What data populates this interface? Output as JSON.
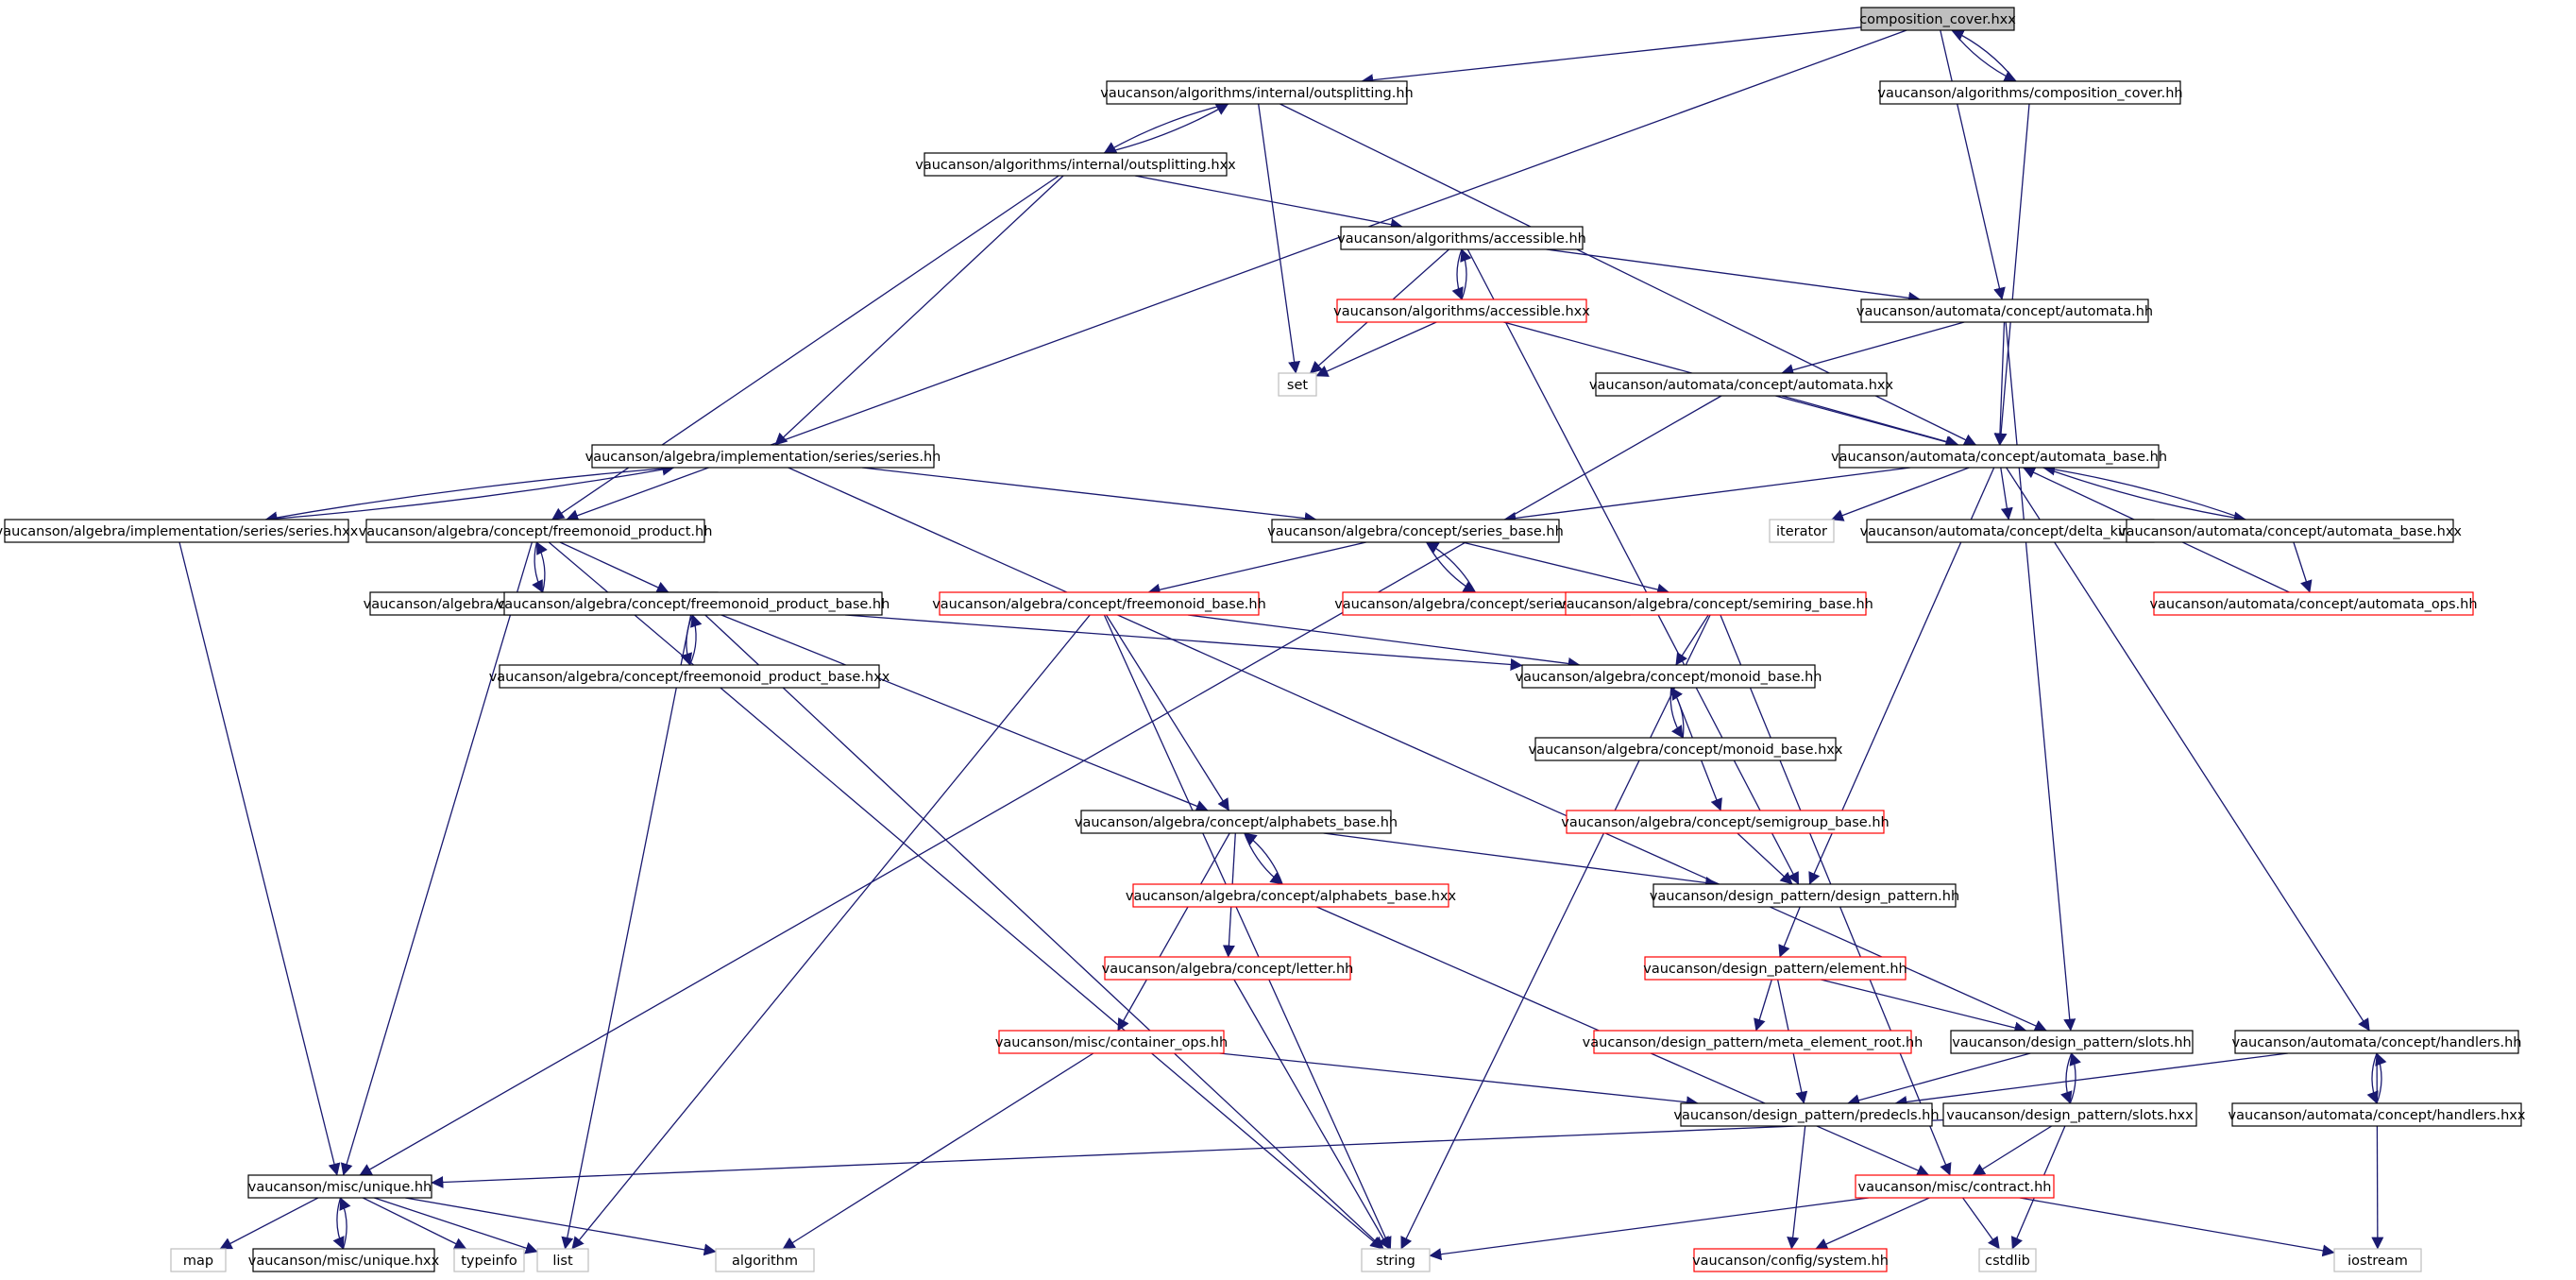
{
  "colors": {
    "edge": "#191970",
    "normal_border": "#000000",
    "missing_border": "#ff0000",
    "external_border": "#bfbfbf",
    "root_fill": "#bfbfbf",
    "text": "#000000"
  },
  "nodes": [
    {
      "id": "n0",
      "label": "composition_cover.hxx",
      "style": "root"
    },
    {
      "id": "n1",
      "label": "vaucanson/algorithms/internal/outsplitting.hh",
      "style": "normal"
    },
    {
      "id": "n2",
      "label": "vaucanson/algorithms/composition_cover.hh",
      "style": "normal"
    },
    {
      "id": "n3",
      "label": "vaucanson/algorithms/internal/outsplitting.hxx",
      "style": "normal"
    },
    {
      "id": "n4",
      "label": "vaucanson/algorithms/accessible.hh",
      "style": "normal"
    },
    {
      "id": "n5",
      "label": "vaucanson/algorithms/accessible.hxx",
      "style": "missing"
    },
    {
      "id": "n6",
      "label": "vaucanson/automata/concept/automata.hh",
      "style": "normal"
    },
    {
      "id": "n7",
      "label": "set",
      "style": "external"
    },
    {
      "id": "n8",
      "label": "vaucanson/automata/concept/automata.hxx",
      "style": "normal"
    },
    {
      "id": "n9",
      "label": "vaucanson/algebra/implementation/series/series.hh",
      "style": "normal"
    },
    {
      "id": "n10",
      "label": "vaucanson/automata/concept/automata_base.hh",
      "style": "normal"
    },
    {
      "id": "n11",
      "label": "vaucanson/algebra/implementation/series/series.hxx",
      "style": "normal"
    },
    {
      "id": "n12",
      "label": "vaucanson/algebra/concept/freemonoid_product.hh",
      "style": "normal"
    },
    {
      "id": "n13",
      "label": "vaucanson/algebra/concept/series_base.hh",
      "style": "normal"
    },
    {
      "id": "n14",
      "label": "iterator",
      "style": "external"
    },
    {
      "id": "n15",
      "label": "vaucanson/automata/concept/delta_kind.hh",
      "style": "normal"
    },
    {
      "id": "n16",
      "label": "vaucanson/automata/concept/automata_base.hxx",
      "style": "normal"
    },
    {
      "id": "n17",
      "label": "vaucanson/algebra/concept/freemonoid_product.hxx",
      "style": "normal"
    },
    {
      "id": "n18",
      "label": "vaucanson/algebra/concept/freemonoid_product_base.hh",
      "style": "normal"
    },
    {
      "id": "n19",
      "label": "vaucanson/algebra/concept/freemonoid_base.hh",
      "style": "missing"
    },
    {
      "id": "n20",
      "label": "vaucanson/algebra/concept/series_base.hxx",
      "style": "missing"
    },
    {
      "id": "n21",
      "label": "vaucanson/algebra/concept/semiring_base.hh",
      "style": "missing"
    },
    {
      "id": "n22",
      "label": "vaucanson/automata/concept/automata_ops.hh",
      "style": "missing"
    },
    {
      "id": "n23",
      "label": "vaucanson/algebra/concept/freemonoid_product_base.hxx",
      "style": "normal"
    },
    {
      "id": "n24",
      "label": "vaucanson/algebra/concept/monoid_base.hh",
      "style": "normal"
    },
    {
      "id": "n25",
      "label": "vaucanson/algebra/concept/monoid_base.hxx",
      "style": "normal"
    },
    {
      "id": "n26",
      "label": "vaucanson/algebra/concept/alphabets_base.hh",
      "style": "normal"
    },
    {
      "id": "n27",
      "label": "vaucanson/algebra/concept/semigroup_base.hh",
      "style": "missing"
    },
    {
      "id": "n28",
      "label": "vaucanson/algebra/concept/alphabets_base.hxx",
      "style": "missing"
    },
    {
      "id": "n29",
      "label": "vaucanson/design_pattern/design_pattern.hh",
      "style": "normal"
    },
    {
      "id": "n30",
      "label": "vaucanson/algebra/concept/letter.hh",
      "style": "missing"
    },
    {
      "id": "n31",
      "label": "vaucanson/design_pattern/element.hh",
      "style": "missing"
    },
    {
      "id": "n32",
      "label": "vaucanson/misc/container_ops.hh",
      "style": "missing"
    },
    {
      "id": "n33",
      "label": "vaucanson/design_pattern/meta_element_root.hh",
      "style": "missing"
    },
    {
      "id": "n34",
      "label": "vaucanson/design_pattern/slots.hh",
      "style": "normal"
    },
    {
      "id": "n35",
      "label": "vaucanson/automata/concept/handlers.hh",
      "style": "normal"
    },
    {
      "id": "n36",
      "label": "vaucanson/design_pattern/predecls.hh",
      "style": "normal"
    },
    {
      "id": "n37",
      "label": "vaucanson/design_pattern/slots.hxx",
      "style": "normal"
    },
    {
      "id": "n38",
      "label": "vaucanson/automata/concept/handlers.hxx",
      "style": "normal"
    },
    {
      "id": "n39",
      "label": "vaucanson/misc/unique.hh",
      "style": "normal"
    },
    {
      "id": "n40",
      "label": "vaucanson/misc/contract.hh",
      "style": "missing"
    },
    {
      "id": "n41",
      "label": "map",
      "style": "external"
    },
    {
      "id": "n42",
      "label": "vaucanson/misc/unique.hxx",
      "style": "normal"
    },
    {
      "id": "n43",
      "label": "typeinfo",
      "style": "external"
    },
    {
      "id": "n44",
      "label": "list",
      "style": "external"
    },
    {
      "id": "n45",
      "label": "algorithm",
      "style": "external"
    },
    {
      "id": "n46",
      "label": "string",
      "style": "external"
    },
    {
      "id": "n47",
      "label": "vaucanson/config/system.hh",
      "style": "missing"
    },
    {
      "id": "n48",
      "label": "cstdlib",
      "style": "external"
    },
    {
      "id": "n49",
      "label": "iostream",
      "style": "external"
    }
  ],
  "edges": [
    [
      "n0",
      "n1"
    ],
    [
      "n0",
      "n2"
    ],
    [
      "n0",
      "n6"
    ],
    [
      "n0",
      "n12"
    ],
    [
      "n1",
      "n3"
    ],
    [
      "n1",
      "n7"
    ],
    [
      "n1",
      "n10"
    ],
    [
      "n2",
      "n0"
    ],
    [
      "n2",
      "n10"
    ],
    [
      "n3",
      "n1"
    ],
    [
      "n3",
      "n4"
    ],
    [
      "n3",
      "n9"
    ],
    [
      "n3",
      "n12"
    ],
    [
      "n4",
      "n5"
    ],
    [
      "n4",
      "n6"
    ],
    [
      "n4",
      "n7"
    ],
    [
      "n4",
      "n29"
    ],
    [
      "n5",
      "n4"
    ],
    [
      "n5",
      "n7"
    ],
    [
      "n5",
      "n10"
    ],
    [
      "n6",
      "n8"
    ],
    [
      "n6",
      "n10"
    ],
    [
      "n6",
      "n34"
    ],
    [
      "n8",
      "n10"
    ],
    [
      "n8",
      "n39"
    ],
    [
      "n9",
      "n11"
    ],
    [
      "n9",
      "n13"
    ],
    [
      "n9",
      "n34"
    ],
    [
      "n10",
      "n13"
    ],
    [
      "n10",
      "n14"
    ],
    [
      "n10",
      "n15"
    ],
    [
      "n10",
      "n16"
    ],
    [
      "n10",
      "n29"
    ],
    [
      "n10",
      "n35"
    ],
    [
      "n11",
      "n9"
    ],
    [
      "n11",
      "n39"
    ],
    [
      "n12",
      "n17"
    ],
    [
      "n12",
      "n18"
    ],
    [
      "n12",
      "n39"
    ],
    [
      "n12",
      "n46"
    ],
    [
      "n13",
      "n19"
    ],
    [
      "n13",
      "n20"
    ],
    [
      "n13",
      "n21"
    ],
    [
      "n16",
      "n10"
    ],
    [
      "n16",
      "n22"
    ],
    [
      "n17",
      "n12"
    ],
    [
      "n18",
      "n23"
    ],
    [
      "n18",
      "n24"
    ],
    [
      "n18",
      "n26"
    ],
    [
      "n18",
      "n44"
    ],
    [
      "n18",
      "n46"
    ],
    [
      "n19",
      "n24"
    ],
    [
      "n19",
      "n26"
    ],
    [
      "n19",
      "n44"
    ],
    [
      "n19",
      "n46"
    ],
    [
      "n20",
      "n13"
    ],
    [
      "n21",
      "n24"
    ],
    [
      "n21",
      "n40"
    ],
    [
      "n21",
      "n46"
    ],
    [
      "n22",
      "n10"
    ],
    [
      "n23",
      "n18"
    ],
    [
      "n24",
      "n25"
    ],
    [
      "n24",
      "n27"
    ],
    [
      "n25",
      "n24"
    ],
    [
      "n26",
      "n28"
    ],
    [
      "n26",
      "n29"
    ],
    [
      "n26",
      "n30"
    ],
    [
      "n26",
      "n32"
    ],
    [
      "n27",
      "n29"
    ],
    [
      "n28",
      "n26"
    ],
    [
      "n28",
      "n40"
    ],
    [
      "n29",
      "n31"
    ],
    [
      "n30",
      "n46"
    ],
    [
      "n31",
      "n33"
    ],
    [
      "n31",
      "n34"
    ],
    [
      "n31",
      "n36"
    ],
    [
      "n32",
      "n36"
    ],
    [
      "n32",
      "n45"
    ],
    [
      "n34",
      "n36"
    ],
    [
      "n34",
      "n37"
    ],
    [
      "n35",
      "n36"
    ],
    [
      "n35",
      "n38"
    ],
    [
      "n35",
      "n49"
    ],
    [
      "n36",
      "n47"
    ],
    [
      "n37",
      "n34"
    ],
    [
      "n37",
      "n39"
    ],
    [
      "n37",
      "n40"
    ],
    [
      "n37",
      "n48"
    ],
    [
      "n38",
      "n35"
    ],
    [
      "n39",
      "n41"
    ],
    [
      "n39",
      "n42"
    ],
    [
      "n39",
      "n43"
    ],
    [
      "n39",
      "n44"
    ],
    [
      "n39",
      "n45"
    ],
    [
      "n40",
      "n46"
    ],
    [
      "n40",
      "n47"
    ],
    [
      "n40",
      "n48"
    ],
    [
      "n40",
      "n49"
    ],
    [
      "n42",
      "n39"
    ]
  ]
}
